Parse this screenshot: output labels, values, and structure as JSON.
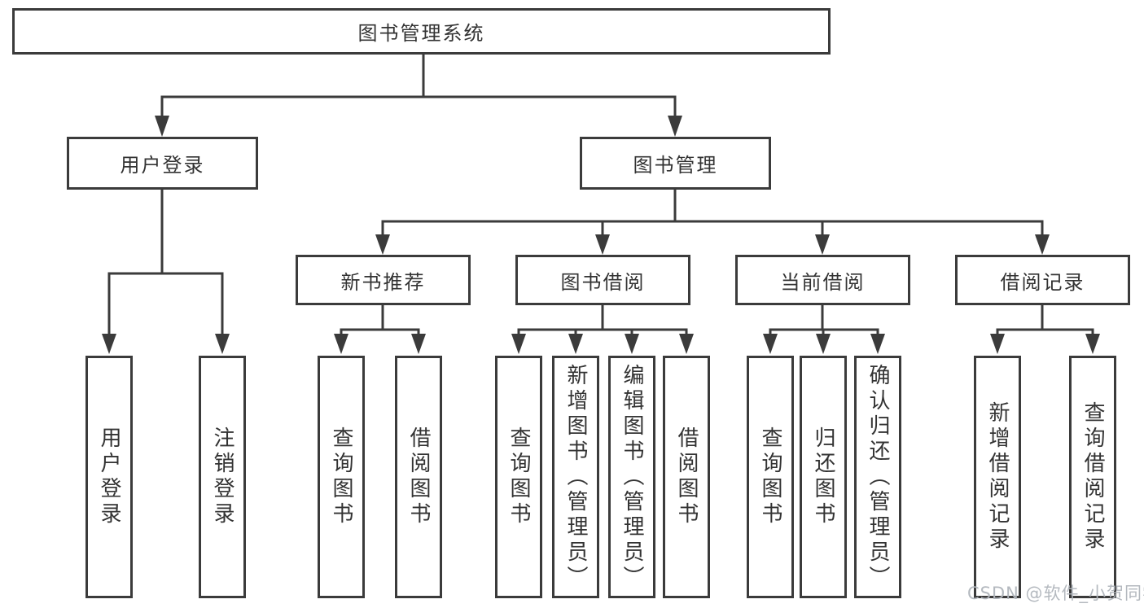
{
  "tree": {
    "root": {
      "label": "图书管理系统"
    },
    "user_login": {
      "label": "用户登录",
      "children": [
        {
          "label": "用户登录"
        },
        {
          "label": "注销登录"
        }
      ]
    },
    "book_management": {
      "label": "图书管理",
      "groups": [
        {
          "label": "新书推荐",
          "children": [
            {
              "label": "查询图书"
            },
            {
              "label": "借阅图书"
            }
          ]
        },
        {
          "label": "图书借阅",
          "children": [
            {
              "label": "查询图书"
            },
            {
              "label": "新增图书（管理员）"
            },
            {
              "label": "编辑图书（管理员）"
            },
            {
              "label": "借阅图书"
            }
          ]
        },
        {
          "label": "当前借阅",
          "children": [
            {
              "label": "查询图书"
            },
            {
              "label": "归还图书"
            },
            {
              "label": "确认归还（管理员）"
            }
          ]
        },
        {
          "label": "借阅记录",
          "children": [
            {
              "label": "新增借阅记录"
            },
            {
              "label": "查询借阅记录"
            }
          ]
        }
      ]
    }
  },
  "watermark": "CSDN @软件_小贺同学",
  "colors": {
    "line": "#3b3b3b",
    "box_border": "#3b3b3b",
    "text": "#333333",
    "background": "#ffffff",
    "watermark": "#b0b5bc"
  }
}
